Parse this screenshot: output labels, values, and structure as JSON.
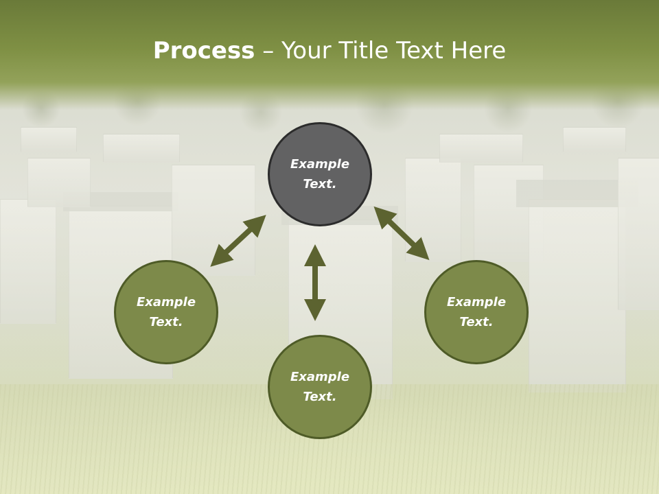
{
  "slide": {
    "title_bold": "Process",
    "title_rest": " – Your Title Text Here"
  },
  "nodes": {
    "top": {
      "line1": "Example",
      "line2": "Text."
    },
    "left": {
      "line1": "Example",
      "line2": "Text."
    },
    "right": {
      "line1": "Example",
      "line2": "Text."
    },
    "bottom": {
      "line1": "Example",
      "line2": "Text."
    }
  },
  "colors": {
    "title_band": "#7f9044",
    "node_green": "#7d8a4a",
    "node_gray": "#626263",
    "arrow": "#5c6330"
  }
}
